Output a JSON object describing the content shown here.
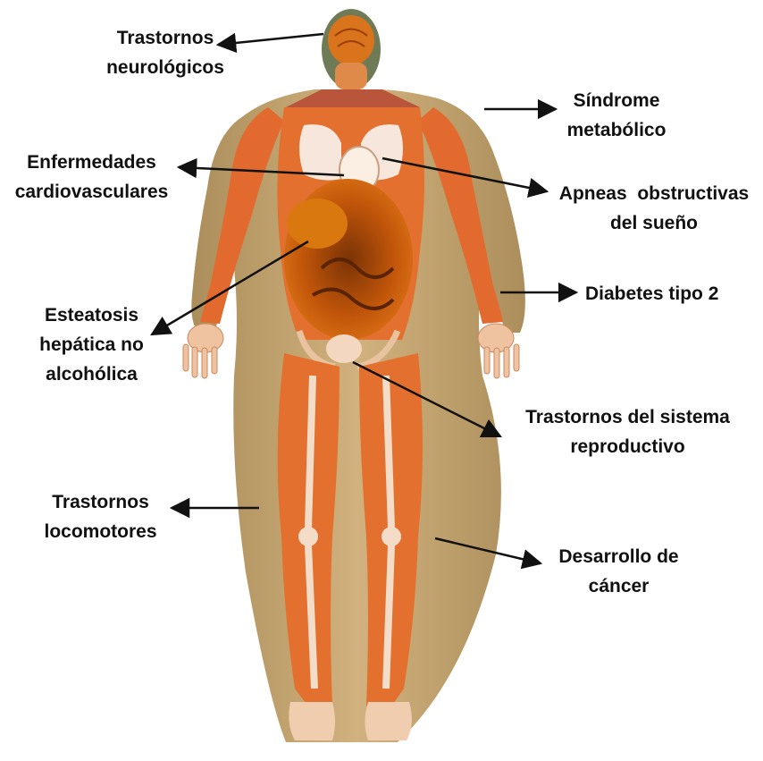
{
  "labels": {
    "neuro": [
      "Trastornos",
      "neurológicos"
    ],
    "metabolic": [
      "Síndrome",
      "metabólico"
    ],
    "cardio": [
      "Enfermedades",
      "cardiovasculares"
    ],
    "apnea": [
      "Apneas  obstructivas",
      "del sueño"
    ],
    "diabetes": [
      "Diabetes tipo 2"
    ],
    "hepatic": [
      "Esteatosis",
      "hepática no",
      "alcohólica"
    ],
    "reproductive": [
      "Trastornos del sistema",
      "reproductivo"
    ],
    "locomotor": [
      "Trastornos",
      "locomotores"
    ],
    "cancer": [
      "Desarrollo de",
      "cáncer"
    ]
  },
  "colors": {
    "text": "#111111",
    "arrow": "#111111",
    "fat": "#b08a4e",
    "muscle": "#e0662a",
    "organs": "#d2680a",
    "bone": "#f1dccb"
  }
}
